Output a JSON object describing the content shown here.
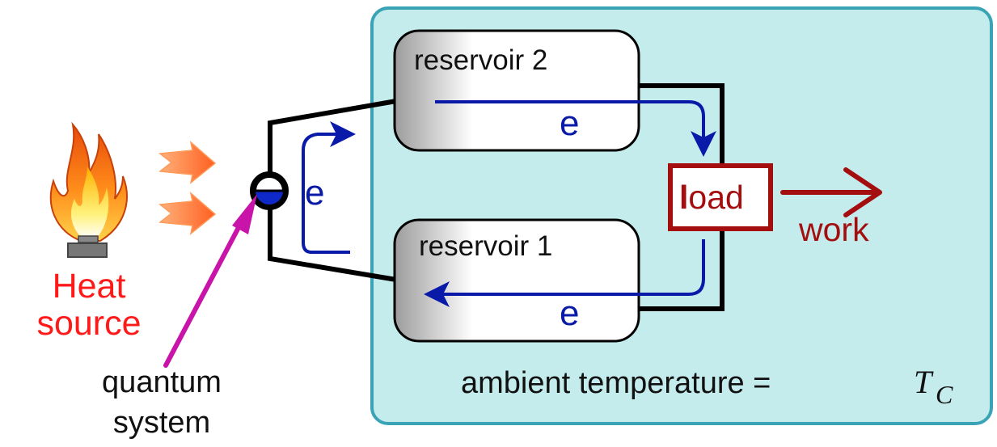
{
  "labels": {
    "reservoir_top": "reservoir 2",
    "reservoir_bottom": "reservoir 1",
    "electron_top": "e",
    "electron_bottom": "e",
    "electron_left": "e",
    "load_first_letter": "l",
    "load_rest": "oad",
    "work": "work",
    "heat_line1": "Heat",
    "heat_line2": "source",
    "quantum_line1": "quantum",
    "quantum_line2": "system",
    "ambient_text": "ambient temperature = ",
    "ambient_symbol": "T",
    "ambient_subscript": "C"
  },
  "colors": {
    "bath_fill": "#c4eced",
    "bath_stroke": "#3aa4b6",
    "wire": "#000000",
    "electron_flow": "#0a1aa8",
    "load": "#a40e0e",
    "heat_text": "#ff1a1a",
    "heat_arrow": "#ff7a40",
    "quantum_arrow": "#c814a8",
    "flame_outer": "#f07810",
    "flame_inner": "#ffd000"
  }
}
